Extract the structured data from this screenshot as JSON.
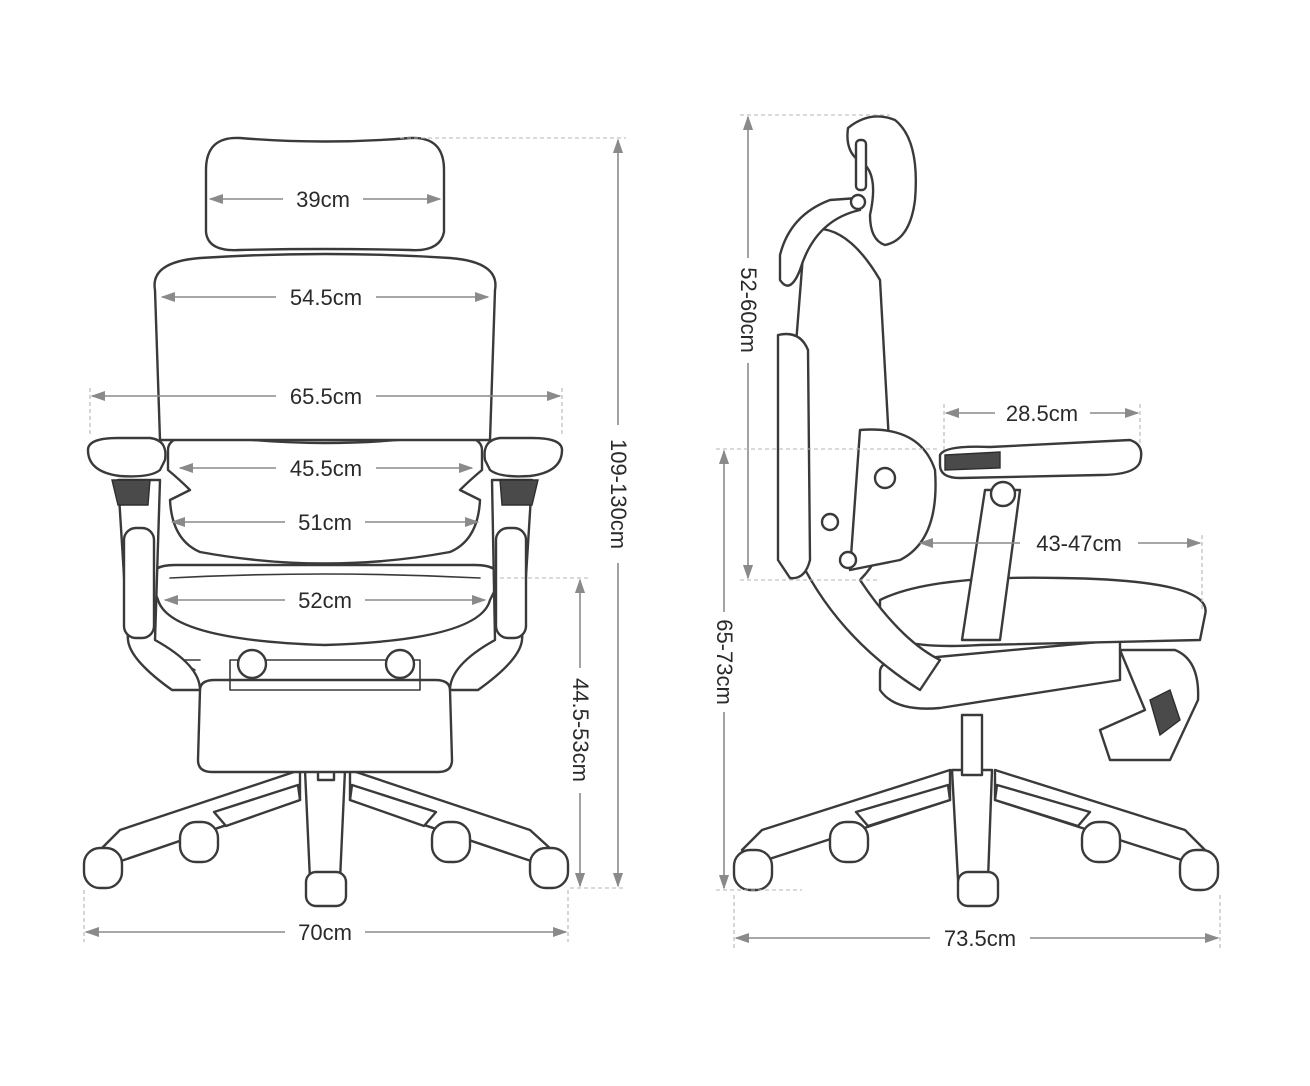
{
  "front_view": {
    "headrest_width": "39cm",
    "backrest_width": "54.5cm",
    "armrest_span": "65.5cm",
    "lumbar_width": "45.5cm",
    "lumbar_inner_width": "51cm",
    "seat_width": "52cm",
    "seat_height": "44.5-53cm",
    "total_height": "109-130cm",
    "base_width": "70cm"
  },
  "side_view": {
    "backrest_height": "52-60cm",
    "armrest_length": "28.5cm",
    "seat_depth": "43-47cm",
    "armrest_height": "65-73cm",
    "base_depth": "73.5cm"
  }
}
